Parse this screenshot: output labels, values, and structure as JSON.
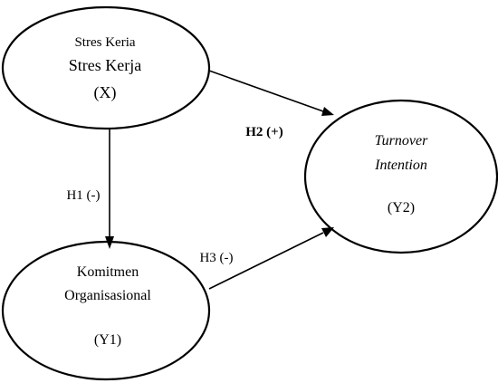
{
  "nodes": {
    "x": {
      "line1": "Stres Keria",
      "line2": "Stres Kerja",
      "code": "(X)"
    },
    "y1": {
      "line1": "Komitmen",
      "line2": "Organisasional",
      "code": "(Y1)"
    },
    "y2": {
      "line1": "Turnover",
      "line2": "Intention",
      "code": "(Y2)"
    }
  },
  "edges": {
    "h1": "H1 (-)",
    "h2": "H2 (+)",
    "h3": "H3 (-)"
  }
}
